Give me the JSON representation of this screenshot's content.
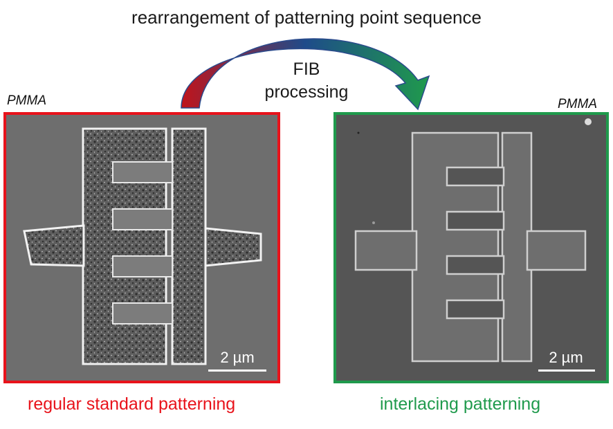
{
  "title": "rearrangement of patterning point sequence",
  "process": {
    "line1": "FIB",
    "line2": "processing"
  },
  "left_panel": {
    "material": "PMMA",
    "scale_bar": "2 µm",
    "caption": "regular standard patterning",
    "frame_color": "#e8131b"
  },
  "right_panel": {
    "material": "PMMA",
    "scale_bar": "2 µm",
    "caption": "interlacing patterning",
    "frame_color": "#1f9a4c"
  },
  "arrow": {
    "start_color": "#c0141b",
    "end_color": "#1f9a4c",
    "outline_color": "#2a4a8c"
  }
}
